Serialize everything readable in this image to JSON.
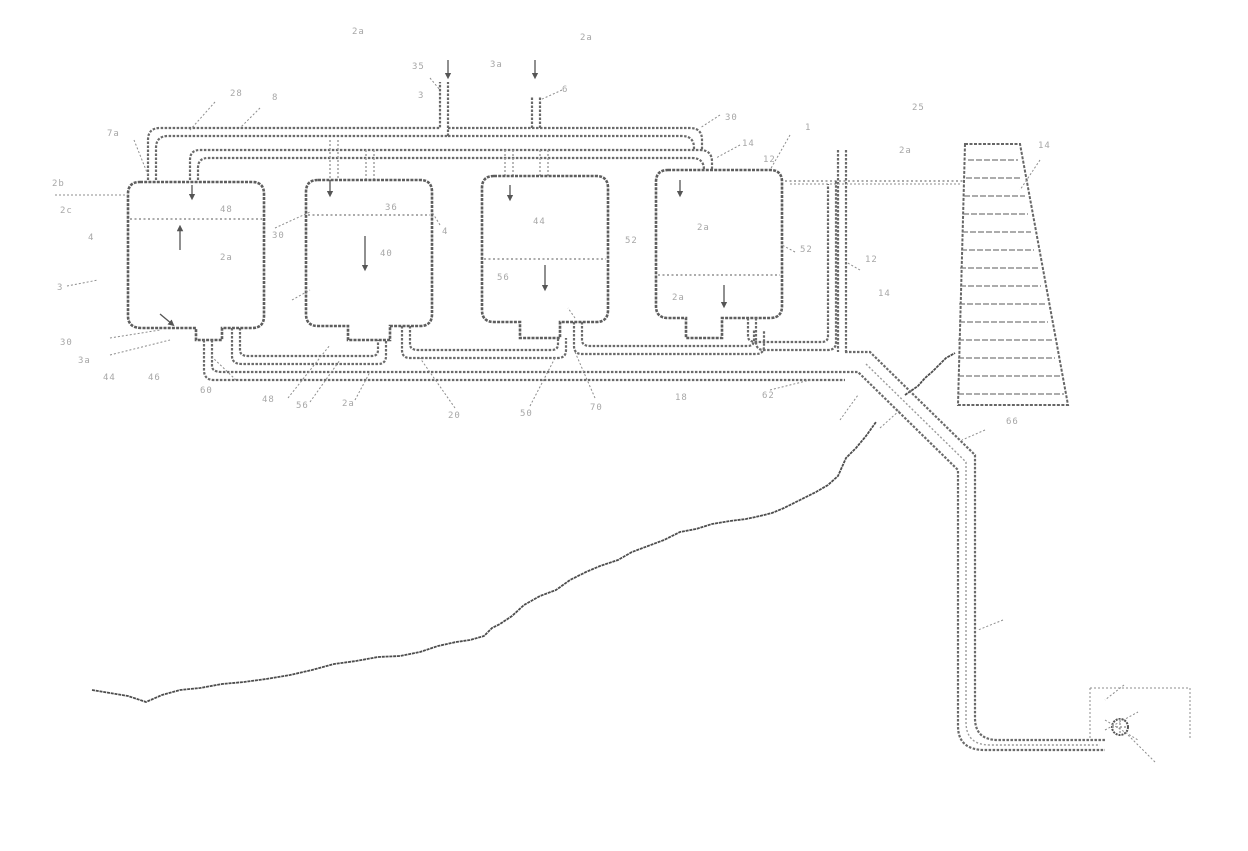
{
  "diagram": {
    "kind": "patent-figure",
    "reference_labels": {
      "l1": "2a",
      "l2": "2a",
      "l3": "25",
      "l4": "35",
      "l5": "3a",
      "l6": "3",
      "l7": "6",
      "l8": "28",
      "l9": "8",
      "l10": "30",
      "l11": "14",
      "l12": "1",
      "l13": "12",
      "l14": "2a",
      "l15": "14",
      "l16": "7a",
      "l17": "2b",
      "l18": "2c",
      "l19": "4",
      "l20": "3",
      "l21": "48",
      "l22": "2a",
      "l23": "30",
      "l24": "36",
      "l25": "40",
      "l26": "4",
      "l27": "44",
      "l28": "52",
      "l29": "56",
      "l30": "2a",
      "l31": "52",
      "l32": "2a",
      "l33": "12",
      "l34": "14",
      "l35": "30",
      "l36": "3a",
      "l37": "44",
      "l38": "46",
      "l39": "60",
      "l40": "48",
      "l41": "56",
      "l42": "2a",
      "l43": "20",
      "l44": "50",
      "l45": "70",
      "l46": "18",
      "l47": "62",
      "l48": "66"
    }
  }
}
